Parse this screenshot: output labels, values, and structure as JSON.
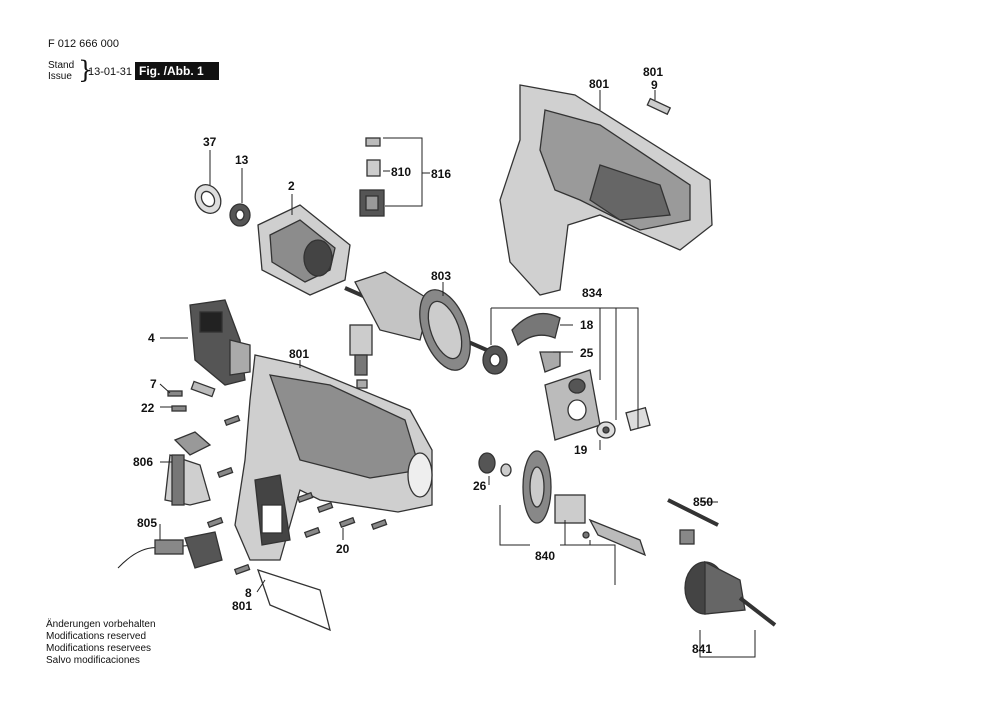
{
  "header": {
    "doc_number": "F 012 666 000",
    "stand_label": "Stand",
    "issue_label": "Issue",
    "brace": "}",
    "date": "13-01-31",
    "figure": "Fig. /Abb. 1"
  },
  "notes": [
    "Änderungen vorbehalten",
    "Modifications reserved",
    "Modifications reservees",
    "Salvo modificaciones"
  ],
  "labels": {
    "l37": "37",
    "l13": "13",
    "l2": "2",
    "l810": "810",
    "l816": "816",
    "l801_top": "801",
    "l801_pin": "801",
    "l9": "9",
    "l803": "803",
    "l834": "834",
    "l18": "18",
    "l25": "25",
    "l19": "19",
    "l4": "4",
    "l801_housing": "801",
    "l7": "7",
    "l22": "22",
    "l806": "806",
    "l805": "805",
    "l20": "20",
    "l8": "8",
    "l801_bottom": "801",
    "l26": "26",
    "l840": "840",
    "l850": "850",
    "l841": "841"
  },
  "colors": {
    "ink": "#111111",
    "part_fill": "#d9d9d9",
    "part_dark": "#555555",
    "figure_bg": "#111111"
  }
}
